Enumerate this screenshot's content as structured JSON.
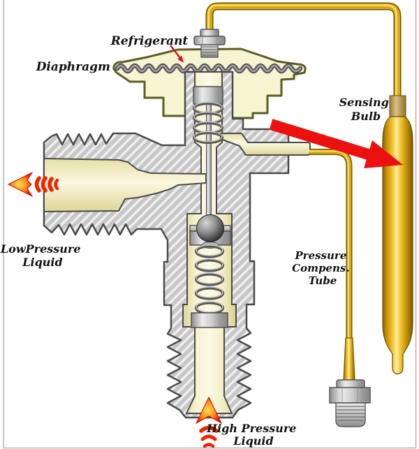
{
  "title": "Thermostatic expansion valve cutaway diagram",
  "labels": {
    "refrigerant": "Refrigerant",
    "diaphragm": "Diaphragm",
    "sensing_bulb_1": "Sensing",
    "sensing_bulb_2": "Bulb",
    "low_pressure_1": "LowPressure",
    "low_pressure_2": "Liquid",
    "comp_tube_1": "Pressure",
    "comp_tube_2": "Compens.",
    "comp_tube_3": "Tube",
    "high_pressure_1": "High Pressure",
    "high_pressure_2": "Liquid"
  },
  "arrows": {
    "low_pressure_out": "red dashed arrow pointing left out of valve outlet",
    "high_pressure_in": "red dashed arrow pointing up into valve inlet",
    "bulb_pointer": "large red arrow pointing to sensing bulb",
    "refrigerant_pointer": "thin red arrow from Refrigerant label to diaphragm chamber"
  },
  "colors": {
    "metal_body": "#c7c7c7",
    "hatch_stripe": "#efefef",
    "outline": "#4a4a4a",
    "chamber_cream": "#f7f3d0",
    "housing_cream": "#f7f4d2",
    "housing_outline": "#5c5c22",
    "tube_gold": "#d9a915",
    "bulb_highlight": "#ffefa0",
    "arrow_red": "#ec1111",
    "chevron_red": "#ee2500",
    "flame_orange": "#ff9419",
    "spring_gray": "#585858",
    "ball_gray": "#3c3c3c",
    "label_text": "#111111",
    "border_gray": "#b5b5b5"
  }
}
